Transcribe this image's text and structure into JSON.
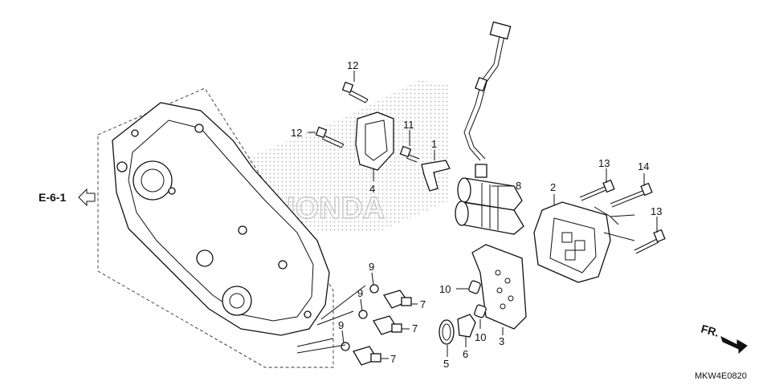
{
  "diagram": {
    "reference": "E-6-1",
    "direction_label": "FR.",
    "drawing_code": "MKW4E0820",
    "watermark_color": "#bdbdbd",
    "callouts": [
      {
        "id": "c12a",
        "text": "12"
      },
      {
        "id": "c12b",
        "text": "12"
      },
      {
        "id": "c11",
        "text": "11"
      },
      {
        "id": "c1",
        "text": "1"
      },
      {
        "id": "c4",
        "text": "4"
      },
      {
        "id": "c8",
        "text": "8"
      },
      {
        "id": "c2",
        "text": "2"
      },
      {
        "id": "c13a",
        "text": "13"
      },
      {
        "id": "c14",
        "text": "14"
      },
      {
        "id": "c13b",
        "text": "13"
      },
      {
        "id": "c9a",
        "text": "9"
      },
      {
        "id": "c9b",
        "text": "9"
      },
      {
        "id": "c9c",
        "text": "9"
      },
      {
        "id": "c7a",
        "text": "7"
      },
      {
        "id": "c7b",
        "text": "7"
      },
      {
        "id": "c7c",
        "text": "7"
      },
      {
        "id": "c10a",
        "text": "10"
      },
      {
        "id": "c10b",
        "text": "10"
      },
      {
        "id": "c3",
        "text": "3"
      },
      {
        "id": "c5",
        "text": "5"
      },
      {
        "id": "c6",
        "text": "6"
      }
    ]
  }
}
